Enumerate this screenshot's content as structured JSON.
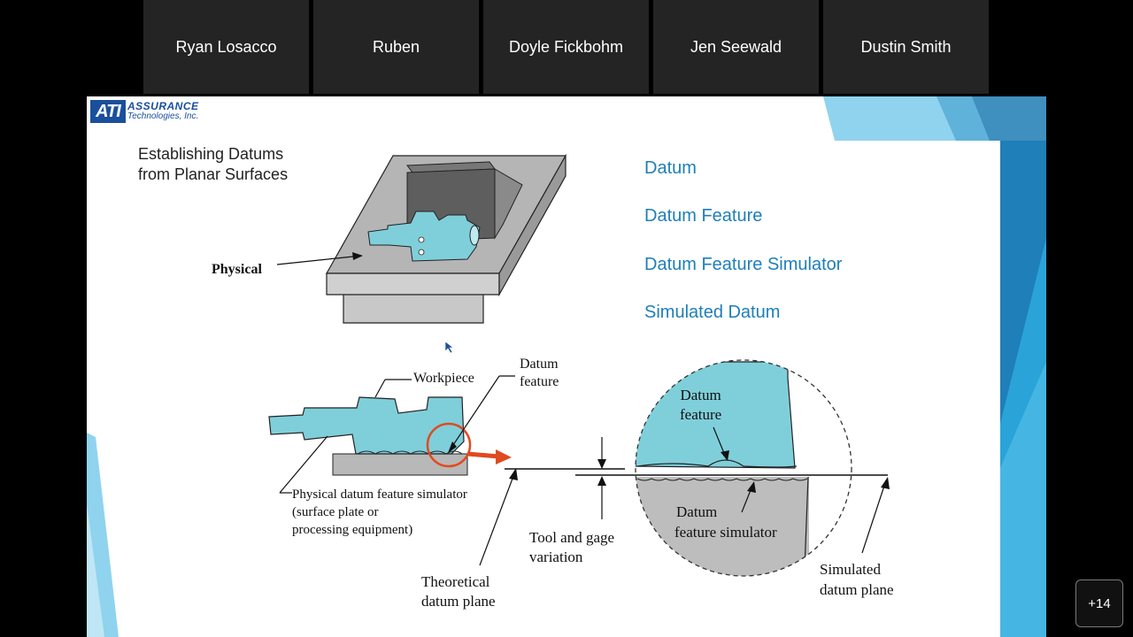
{
  "participants": [
    {
      "name": "Ryan Losacco"
    },
    {
      "name": "Ruben"
    },
    {
      "name": "Doyle Fickbohm"
    },
    {
      "name": "Jen Seewald"
    },
    {
      "name": "Dustin Smith"
    }
  ],
  "overflow_button": {
    "label": "+14"
  },
  "slide": {
    "logo": {
      "mark": "ATI",
      "line1": "ASSURANCE",
      "line2": "Technologies, Inc."
    },
    "heading": {
      "line1": "Establishing Datums",
      "line2": "from Planar Surfaces"
    },
    "terms": [
      "Datum",
      "Datum Feature",
      "Datum Feature Simulator",
      "Simulated Datum"
    ],
    "diagram_labels": {
      "physical": "Physical",
      "workpiece": "Workpiece",
      "datum_feature_top_l1": "Datum",
      "datum_feature_top_l2": "feature",
      "simulator_l1": "Physical datum feature simulator",
      "simulator_l2": "(surface plate or",
      "simulator_l3": "processing equipment)",
      "tool_l1": "Tool and gage",
      "tool_l2": "variation",
      "theoretical_l1": "Theoretical",
      "theoretical_l2": "datum plane",
      "circle_feature_l1": "Datum",
      "circle_feature_l2": "feature",
      "circle_sim_l1": "Datum",
      "circle_sim_l2": "feature simulator",
      "simulated_l1": "Simulated",
      "simulated_l2": "datum plane"
    }
  },
  "colors": {
    "accent_blue": "#1f7fb8",
    "workpiece_cyan": "#7fcfdb",
    "arrow_red": "#e04a1f",
    "tile_bg": "#242424"
  }
}
